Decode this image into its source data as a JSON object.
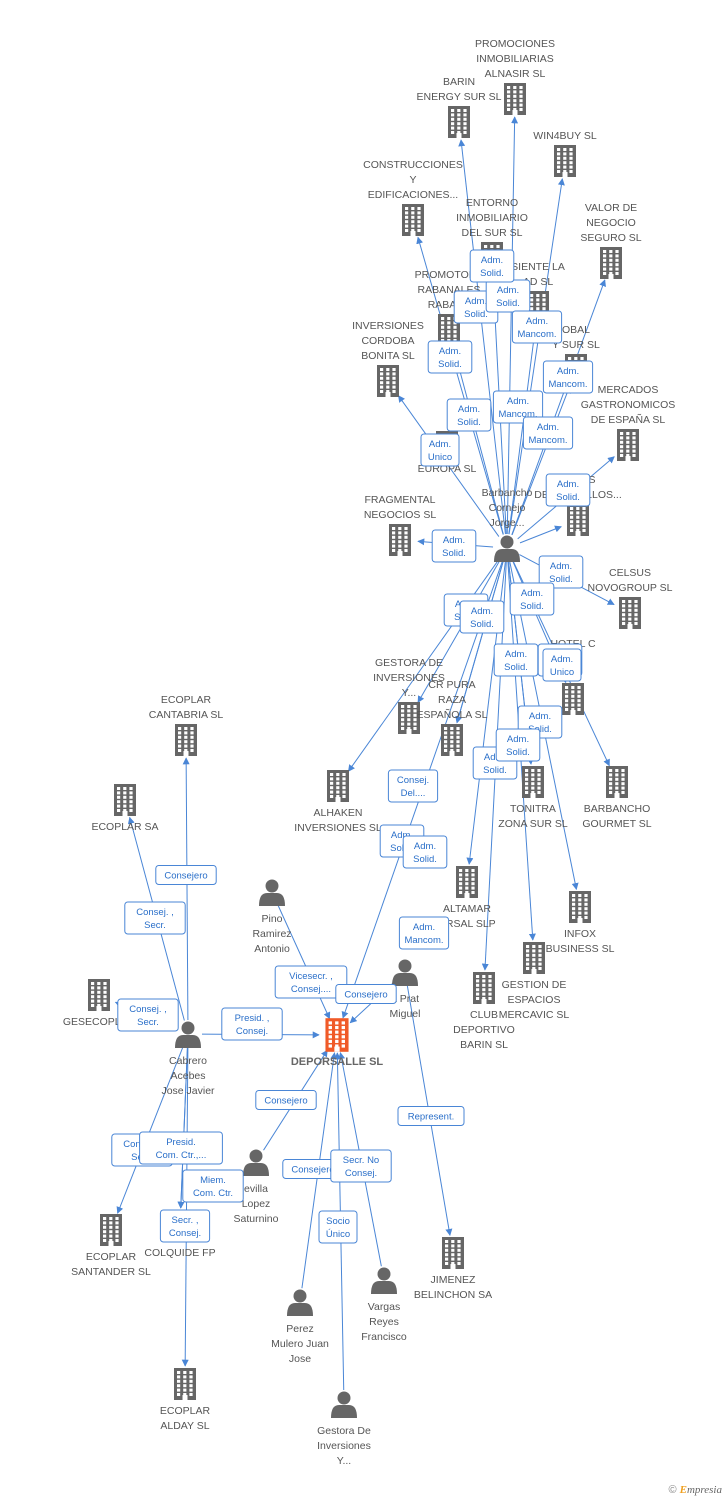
{
  "diagram": {
    "main_company": "DEPORSALLE SL",
    "copyright_symbol": "©",
    "brand_first_letter": "E",
    "brand_rest": "mpresia",
    "nodes": [
      {
        "id": "deporsalle",
        "kind": "company",
        "main": true,
        "label": [
          "DEPORSALLE SL"
        ]
      },
      {
        "id": "promociones",
        "kind": "company",
        "label": [
          "PROMOCIONES",
          "INMOBILIARIAS",
          "ALNASIR SL"
        ]
      },
      {
        "id": "barin_energy",
        "kind": "company",
        "label": [
          "BARIN",
          "ENERGY SUR SL"
        ]
      },
      {
        "id": "win4buy",
        "kind": "company",
        "label": [
          "WIN4BUY  SL"
        ]
      },
      {
        "id": "construcciones",
        "kind": "company",
        "label": [
          "CONSTRUCCIONES",
          "Y",
          "EDIFICACIONES..."
        ]
      },
      {
        "id": "entorno",
        "kind": "company",
        "label": [
          "ENTORNO",
          "INMOBILIARIO",
          "DEL SUR SL"
        ]
      },
      {
        "id": "valor",
        "kind": "company",
        "label": [
          "VALOR DE",
          "NEGOCIO",
          "SEGURO SL"
        ]
      },
      {
        "id": "siente",
        "kind": "company",
        "label": [
          "SIENTE LA",
          "AD SL"
        ]
      },
      {
        "id": "promotora",
        "kind": "company",
        "label": [
          "PROMOTORA",
          "RABANALES",
          "RABASA"
        ]
      },
      {
        "id": "inversiones_cordoba",
        "kind": "company",
        "label": [
          "INVERSIONES",
          "CORDOBA",
          "BONITA SL"
        ]
      },
      {
        "id": "obal",
        "kind": "company",
        "label": [
          "OBAL",
          "Y SUR  SL"
        ]
      },
      {
        "id": "mercados",
        "kind": "company",
        "label": [
          "MERCADOS",
          "GASTRONOMICOS",
          "DE ESPAÑA  SL"
        ]
      },
      {
        "id": "europa",
        "kind": "company",
        "label": [
          "CO",
          "A",
          "EUROPA SL"
        ]
      },
      {
        "id": "desarrollos",
        "kind": "company",
        "label": [
          "IN       NES",
          "DESARROLLOS..."
        ]
      },
      {
        "id": "fragmental",
        "kind": "company",
        "label": [
          "FRAGMENTAL",
          "NEGOCIOS SL"
        ]
      },
      {
        "id": "barbancho",
        "kind": "person",
        "label": [
          "Barbancho",
          "Cornejo",
          "Jorge..."
        ]
      },
      {
        "id": "celsus",
        "kind": "company",
        "label": [
          "CELSUS",
          "NOVOGROUP SL"
        ]
      },
      {
        "id": "hotel",
        "kind": "company",
        "label": [
          "HOTEL C",
          "BA",
          "L"
        ]
      },
      {
        "id": "gestora_inv",
        "kind": "company",
        "label": [
          "GESTORA DE",
          "INVERSIONES",
          "Y..."
        ]
      },
      {
        "id": "cr_pura",
        "kind": "company",
        "label": [
          "CR PURA",
          "RAZA",
          "ESPAÑOLA  SL"
        ]
      },
      {
        "id": "ecoplar_cantabria",
        "kind": "company",
        "label": [
          "ECOPLAR",
          "CANTABRIA SL"
        ]
      },
      {
        "id": "ecoplar_sa",
        "kind": "company",
        "label": [
          "ECOPLAR SA"
        ]
      },
      {
        "id": "alhaken",
        "kind": "company",
        "label": [
          "ALHAKEN",
          "INVERSIONES SL"
        ]
      },
      {
        "id": "tonitra",
        "kind": "company",
        "label": [
          "TONITRA",
          "ZONA SUR SL"
        ]
      },
      {
        "id": "barbancho_gourmet",
        "kind": "company",
        "label": [
          "BARBANCHO",
          "GOURMET SL"
        ]
      },
      {
        "id": "altamar",
        "kind": "company",
        "label": [
          "ALTAMAR",
          "URSAL SLP"
        ]
      },
      {
        "id": "infox",
        "kind": "company",
        "label": [
          "INFOX",
          "BUSINESS SL"
        ]
      },
      {
        "id": "gestion_espacios",
        "kind": "company",
        "label": [
          "GESTION DE",
          "ESPACIOS",
          "MERCAVIC SL"
        ]
      },
      {
        "id": "club_barin",
        "kind": "company",
        "label": [
          "CLUB",
          "DEPORTIVO",
          "BARIN SL"
        ]
      },
      {
        "id": "pino",
        "kind": "person",
        "label": [
          "Pino",
          "Ramirez",
          "Antonio"
        ]
      },
      {
        "id": "prat",
        "kind": "person",
        "label": [
          "a Prat",
          "Miguel"
        ]
      },
      {
        "id": "gesecoplar",
        "kind": "company",
        "label": [
          "GESECOPLAR"
        ]
      },
      {
        "id": "cabrero",
        "kind": "person",
        "label": [
          "Cabrero",
          "Acebes",
          "Jose Javier"
        ]
      },
      {
        "id": "sevilla",
        "kind": "person",
        "label": [
          "evilla",
          "Lopez",
          "Saturnino"
        ]
      },
      {
        "id": "ecoplar_santander",
        "kind": "company",
        "label": [
          "ECOPLAR",
          "SANTANDER SL"
        ]
      },
      {
        "id": "colquide",
        "kind": "company",
        "label": [
          "COLQUIDE FP"
        ]
      },
      {
        "id": "jimenez",
        "kind": "company",
        "label": [
          "JIMENEZ",
          "BELINCHON SA"
        ]
      },
      {
        "id": "vargas",
        "kind": "person",
        "label": [
          "Vargas",
          "Reyes",
          "Francisco"
        ]
      },
      {
        "id": "perez",
        "kind": "person",
        "label": [
          "Perez",
          "Mulero Juan",
          "Jose"
        ]
      },
      {
        "id": "ecoplar_alday",
        "kind": "company",
        "label": [
          "ECOPLAR",
          "ALDAY SL"
        ]
      },
      {
        "id": "gestora_person",
        "kind": "person",
        "label": [
          "Gestora De",
          "Inversiones",
          "Y..."
        ]
      }
    ],
    "edges": [
      {
        "from": "barbancho",
        "to": "promociones"
      },
      {
        "from": "barbancho",
        "to": "barin_energy",
        "label": [
          "Adm.",
          "Solid."
        ]
      },
      {
        "from": "barbancho",
        "to": "win4buy",
        "label": [
          "Adm.",
          "Solid."
        ]
      },
      {
        "from": "barbancho",
        "to": "construcciones",
        "label": [
          "Adm.",
          "Solid."
        ]
      },
      {
        "from": "barbancho",
        "to": "entorno",
        "label": [
          "Adm.",
          "Solid."
        ]
      },
      {
        "from": "barbancho",
        "to": "valor",
        "label": [
          "Adm.",
          "Mancom."
        ]
      },
      {
        "from": "barbancho",
        "to": "siente",
        "label": [
          "Adm.",
          "Mancom."
        ]
      },
      {
        "from": "barbancho",
        "to": "promotora",
        "label": [
          "Adm.",
          "Solid."
        ]
      },
      {
        "from": "barbancho",
        "to": "inversiones_cordoba",
        "label": [
          "Adm.",
          "Unico"
        ]
      },
      {
        "from": "barbancho",
        "to": "obal",
        "label": [
          "Adm.",
          "Mancom."
        ]
      },
      {
        "from": "barbancho",
        "to": "mercados",
        "label": [
          "Adm.",
          "Mancom."
        ]
      },
      {
        "from": "barbancho",
        "to": "desarrollos",
        "label": [
          "Adm.",
          "Solid."
        ]
      },
      {
        "from": "barbancho",
        "to": "fragmental",
        "label": [
          "Adm.",
          "Solid."
        ]
      },
      {
        "from": "barbancho",
        "to": "celsus",
        "label": [
          "Adm.",
          "Solid."
        ]
      },
      {
        "from": "barbancho",
        "to": "hotel",
        "label": [
          "Adm.",
          "Solid."
        ]
      },
      {
        "from": "barbancho",
        "to": "gestora_inv",
        "label": [
          "Adm.",
          "Solid."
        ]
      },
      {
        "from": "barbancho",
        "to": "cr_pura",
        "label": [
          "Adm.",
          "Solid."
        ]
      },
      {
        "from": "barbancho",
        "to": "barbancho_gourmet",
        "label": [
          "Adm.",
          "Unico"
        ]
      },
      {
        "from": "barbancho",
        "to": "tonitra",
        "label": [
          "Adm.",
          "Solid."
        ]
      },
      {
        "from": "barbancho",
        "to": "infox",
        "label": [
          "Adm.",
          "Solid."
        ]
      },
      {
        "from": "barbancho",
        "to": "gestion_espacios",
        "label": [
          "Adm.",
          "Solid."
        ]
      },
      {
        "from": "barbancho",
        "to": "club_barin",
        "label": [
          "Adm.",
          "Solid."
        ]
      },
      {
        "from": "barbancho",
        "to": "alhaken",
        "label": [
          "Adm.",
          "Solid."
        ]
      },
      {
        "from": "barbancho",
        "to": "deporsalle",
        "label": [
          "Consej.",
          "Del...."
        ]
      },
      {
        "from": "barbancho",
        "to": "altamar",
        "label": [
          "Adm.",
          "Solid."
        ]
      },
      {
        "from": "barbancho",
        "to": "tonitra",
        "label": [
          "Adm.",
          "Mancom."
        ]
      },
      {
        "from": "barbancho",
        "to": "cr_pura",
        "label": [
          "Adm.",
          "Solid."
        ]
      },
      {
        "from": "cabrero",
        "to": "ecoplar_cantabria",
        "label": [
          "Consejero"
        ]
      },
      {
        "from": "cabrero",
        "to": "ecoplar_sa",
        "label": [
          "Consej. ,",
          "Secr."
        ]
      },
      {
        "from": "cabrero",
        "to": "gesecoplar",
        "label": [
          "Consej. ,",
          "Secr."
        ]
      },
      {
        "from": "cabrero",
        "to": "deporsalle",
        "label": [
          "Presid. ,",
          "Consej."
        ]
      },
      {
        "from": "cabrero",
        "to": "ecoplar_santander",
        "label": [
          "Consej. ,",
          "Secr."
        ]
      },
      {
        "from": "cabrero",
        "to": "colquide",
        "label": [
          "Presid.",
          "Com. Ctr.,..."
        ]
      },
      {
        "from": "cabrero",
        "to": "colquide",
        "label": [
          "Miem.",
          "Com. Ctr."
        ]
      },
      {
        "from": "cabrero",
        "to": "ecoplar_alday",
        "label": [
          "Secr. ,",
          "Consej."
        ]
      },
      {
        "from": "pino",
        "to": "deporsalle",
        "label": [
          "Vicesecr. ,",
          "Consej...."
        ]
      },
      {
        "from": "prat",
        "to": "deporsalle",
        "label": [
          "Consejero"
        ]
      },
      {
        "from": "prat",
        "to": "jimenez",
        "label": [
          "Represent."
        ]
      },
      {
        "from": "sevilla",
        "to": "deporsalle",
        "label": [
          "Consejero"
        ]
      },
      {
        "from": "perez",
        "to": "deporsalle",
        "label": [
          "Consejero"
        ]
      },
      {
        "from": "vargas",
        "to": "deporsalle",
        "label": [
          "Secr.  No",
          "Consej."
        ]
      },
      {
        "from": "gestora_person",
        "to": "deporsalle",
        "label": [
          "Socio",
          "Único"
        ]
      }
    ]
  }
}
